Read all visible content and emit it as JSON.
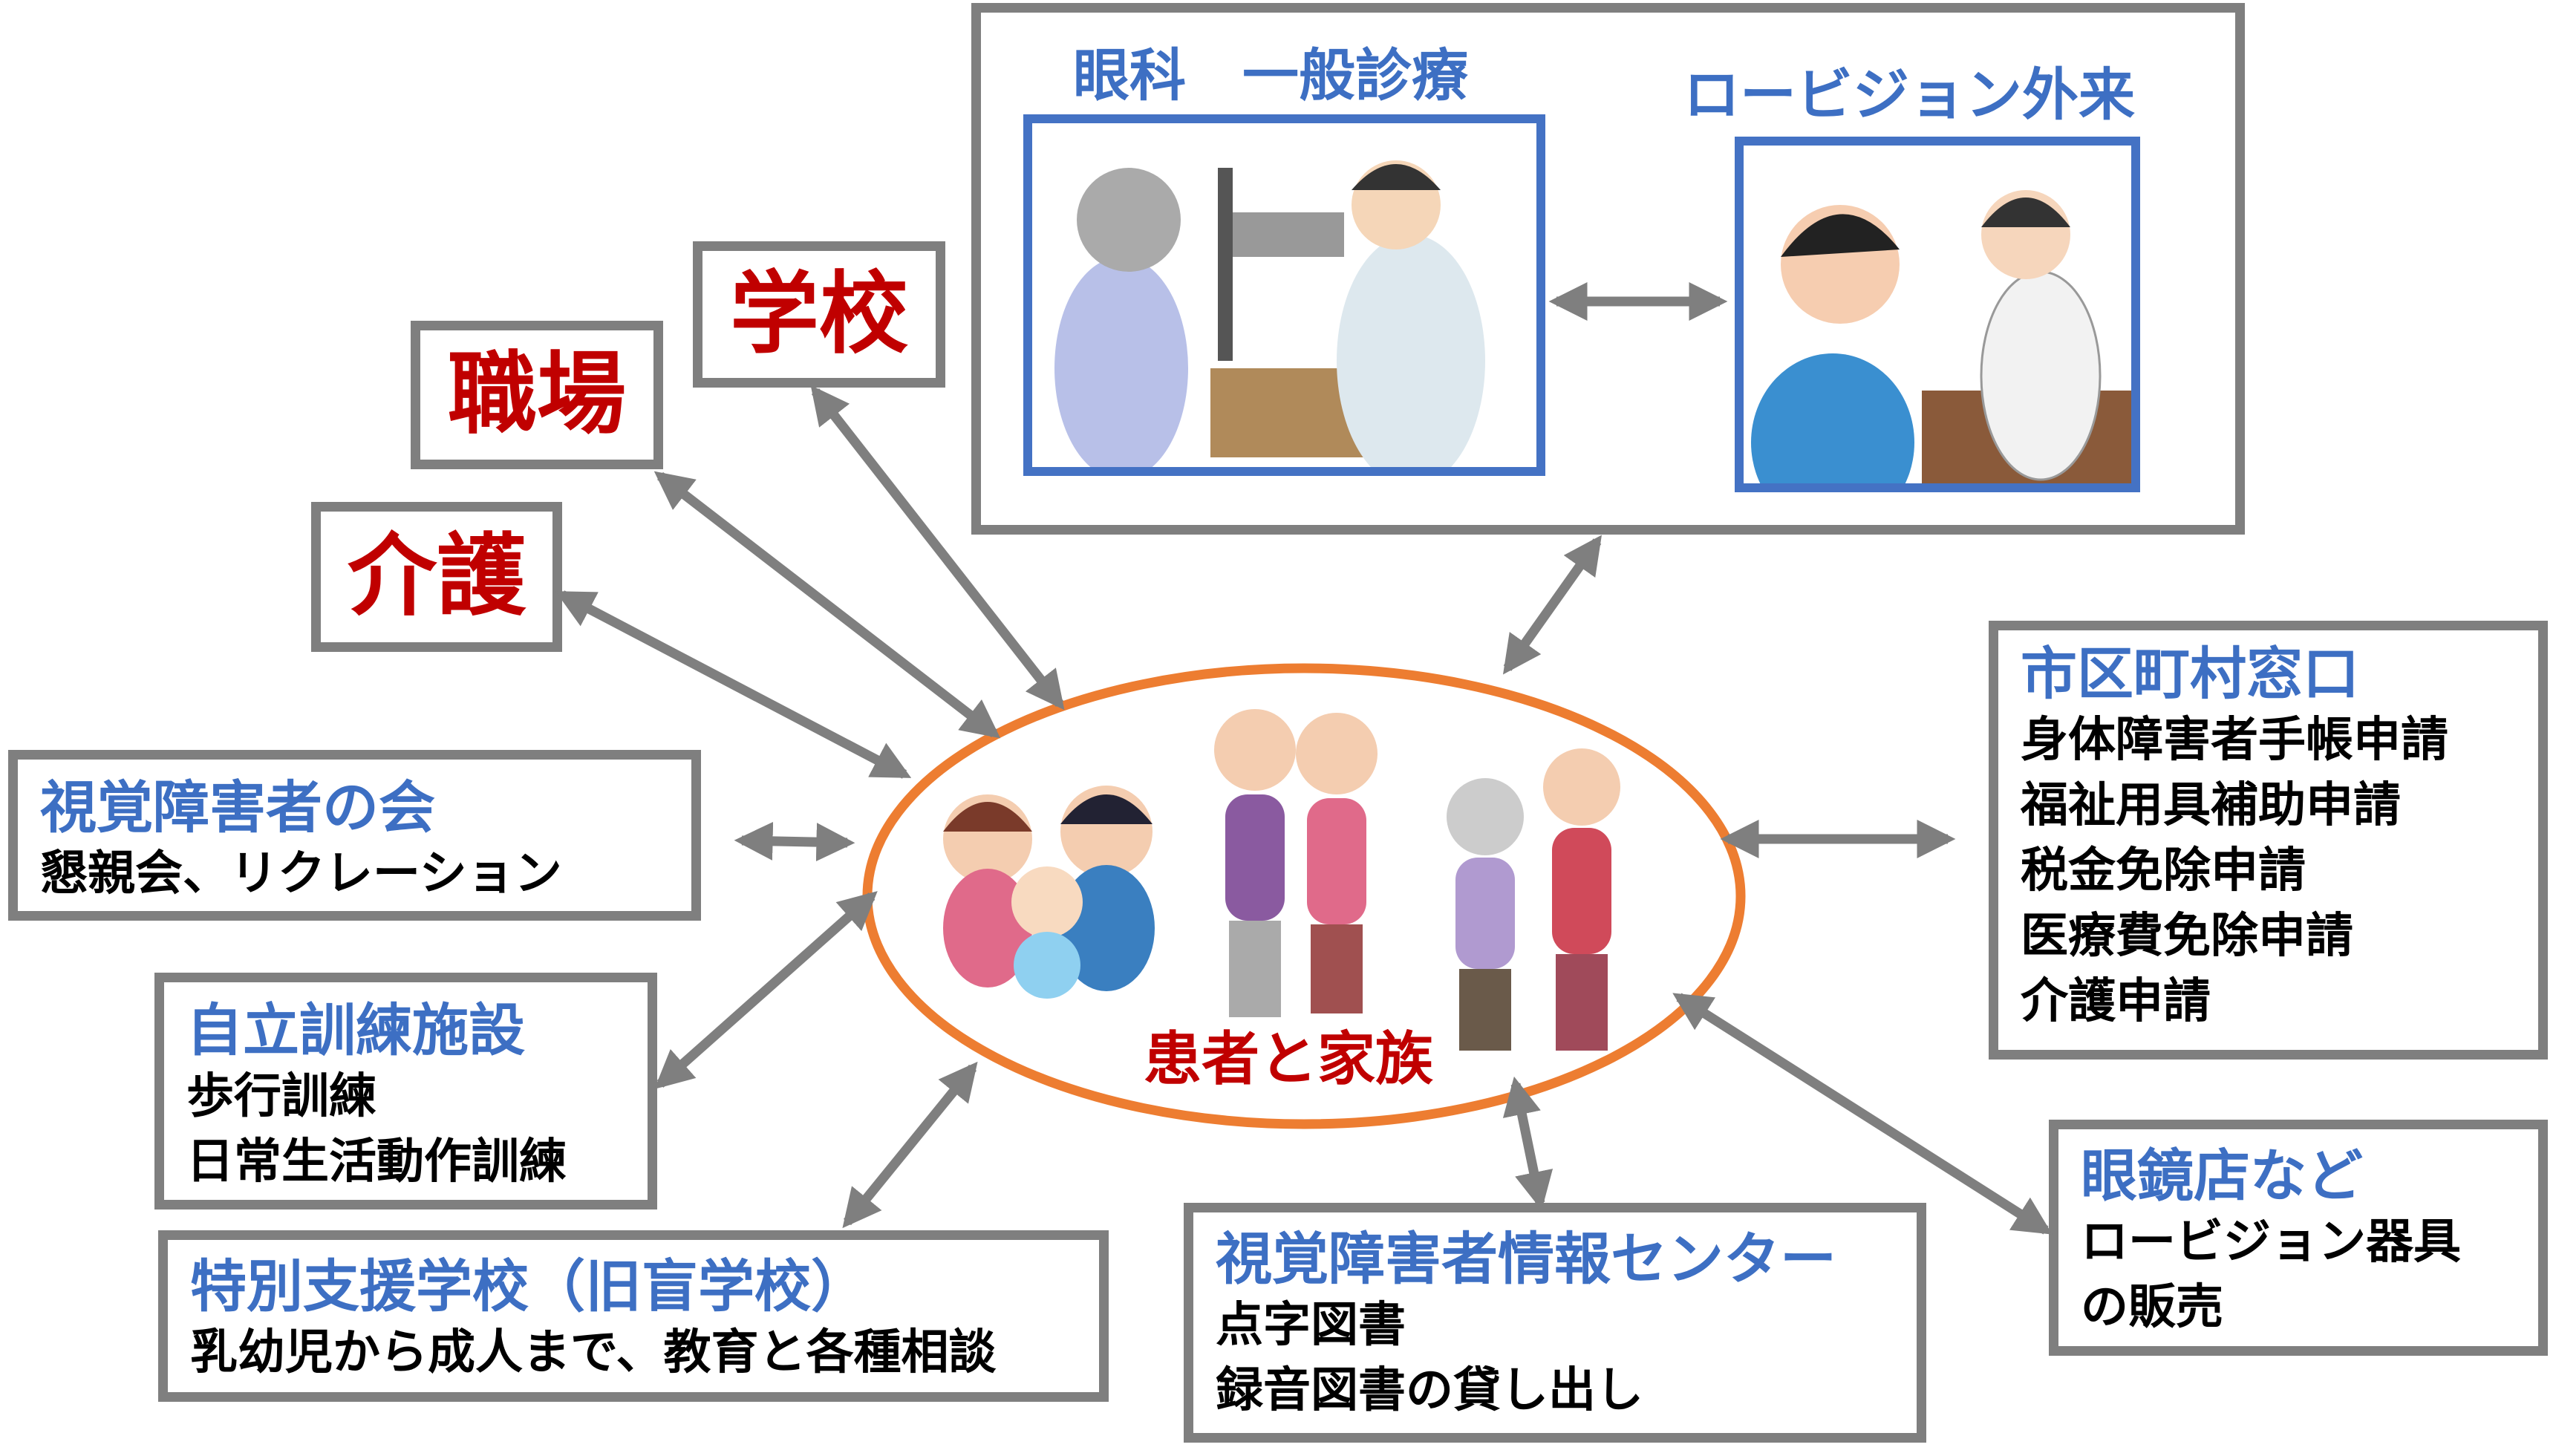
{
  "clinic": {
    "general_title": "眼科　一般診療",
    "lowvision_title": "ロービジョン外来"
  },
  "school": "学校",
  "workplace": "職場",
  "care": "介護",
  "association": {
    "title": "視覚障害者の会",
    "lines": [
      "懇親会、リクレーション"
    ]
  },
  "training": {
    "title": "自立訓練施設",
    "lines": [
      "歩行訓練",
      "日常生活動作訓練"
    ]
  },
  "special_school": {
    "title": "特別支援学校（旧盲学校）",
    "lines": [
      "乳幼児から成人まで、教育と各種相談"
    ]
  },
  "info_center": {
    "title": "視覚障害者情報センター",
    "lines": [
      "点字図書",
      "録音図書の貸し出し"
    ]
  },
  "optician": {
    "title": "眼鏡店など",
    "lines": [
      "ロービジョン器具",
      "の販売"
    ]
  },
  "municipal": {
    "title": "市区町村窓口",
    "lines": [
      "身体障害者手帳申請",
      "福祉用具補助申請",
      "税金免除申請",
      "医療費免除申請",
      "介護申請"
    ]
  },
  "center": {
    "label": "患者と家族"
  },
  "colors": {
    "blue": "#3d6fc3",
    "red": "#c00000",
    "orange": "#ed7d31",
    "gray": "#7f7f7f"
  }
}
